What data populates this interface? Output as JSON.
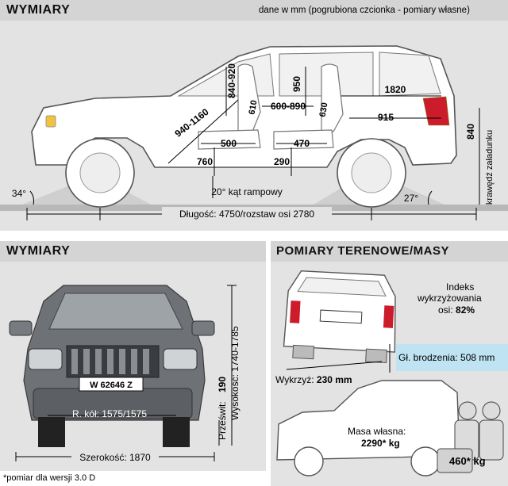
{
  "top": {
    "title": "WYMIARY",
    "note": "dane w mm (pogrubiona czcionka - pomiary własne)",
    "dims": {
      "seat_height_front": "840-920",
      "seat_height_rear": "950",
      "cargo_length": "1820",
      "cargo_length_short": "915",
      "front_legroom": "940-1160",
      "rear_legroom": "600-890",
      "seat_front": "610",
      "seat_rear": "630",
      "front_cushion": "500",
      "rear_cushion": "470",
      "front_seat_floor": "760",
      "rear_seat_floor": "290",
      "ramp_angle": "20° kąt rampowy",
      "approach_angle": "34°",
      "departure_angle": "27°",
      "length_wheelbase": "Długość: 4750/rozstaw osi 2780",
      "load_edge_value": "840",
      "load_edge_label": "krawędź załadunku"
    }
  },
  "bottom_left": {
    "title": "WYMIARY",
    "plate": "W 62646 Z",
    "ground_clearance_label": "Prześwit:",
    "ground_clearance_value": "190",
    "height": "Wysokość: 1740-1785",
    "track": "R. kół: 1575/1575",
    "width": "Szerokość: 1870",
    "footnote": "*pomiar dla wersji 3.0 D"
  },
  "bottom_right": {
    "title": "POMIARY TERENOWE/MASY",
    "twist_index_line1": "Indeks",
    "twist_index_line2": "wykrzyżowania",
    "twist_index_line3_label": "osi:",
    "twist_index_value": "82%",
    "wading_depth": "Gł. brodzenia: 508 mm",
    "twist_label": "Wykrzyż:",
    "twist_value": "230 mm",
    "curb_weight_label": "Masa własna:",
    "curb_weight_value": "2290* kg",
    "payload": "460* kg"
  },
  "colors": {
    "header_bg": "#d4d4d4",
    "panel_bg": "#e3e3e3",
    "car_body": "#ffffff",
    "tail_light": "#cc1b2b",
    "water": "#bfe3f2",
    "grille": "#3a3d40"
  }
}
